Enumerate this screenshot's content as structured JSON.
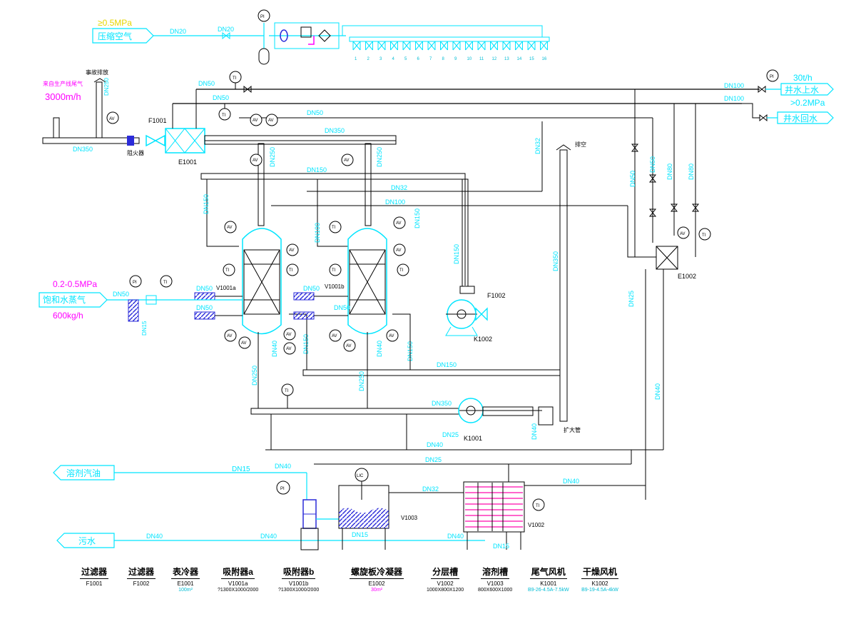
{
  "colors": {
    "cyan": "#00e5ff",
    "line": "#000000",
    "magenta": "#ff00ff",
    "yellow": "#e6d600",
    "blue": "#2b2bd9",
    "pink": "#ff66cc"
  },
  "streams": {
    "compressed_air": {
      "pressure": "≥0.5MPa",
      "name": "压缩空气",
      "pipe": "DN20"
    },
    "exhaust_in": {
      "name": "来自生产线尾气",
      "flow": "3000m/h",
      "pipe": "DN350"
    },
    "vent": {
      "name": "事故排放"
    },
    "steam": {
      "pressure": "0.2-0.5MPa",
      "name": "饱和水蒸气",
      "flow": "600kg/h"
    },
    "well_supply": {
      "flow": "30t/h",
      "name": "井水上水",
      "pressure": ">0.2MPa",
      "pipe": "DN100"
    },
    "well_return": {
      "name": "井水回水",
      "pipe": "DN100"
    },
    "solvent": {
      "name": "溶剂汽油",
      "pipe": "DN15"
    },
    "sewage": {
      "name": "污水",
      "pipe": "DN40"
    }
  },
  "tags": {
    "F1001": "F1001",
    "E1001": "E1001",
    "F1002": "F1002",
    "K1002": "K1002",
    "K1001": "K1001",
    "E1002": "E1002",
    "V1001a": "V1001a",
    "V1001b": "V1001b",
    "V1002": "V1002",
    "V1003": "V1003",
    "flame_arrester": "阻火器",
    "diffuser": "扩大管",
    "vent_top": "排空",
    "numbers": [
      "1",
      "2",
      "3",
      "4",
      "5",
      "6",
      "7",
      "8",
      "9",
      "10",
      "11",
      "12",
      "13",
      "14",
      "15",
      "16"
    ]
  },
  "pipe_labels": {
    "dn50": "DN50",
    "dn350": "DN350",
    "dn250": "DN250",
    "dn150": "DN150",
    "dn100": "DN100",
    "dn32": "DN32",
    "dn25": "DN25",
    "dn40": "DN40",
    "dn15": "DN15",
    "dn80": "DN80",
    "dn20": "DN20"
  },
  "instruments": {
    "PI": "PI",
    "TI": "TI",
    "AV": "AV",
    "LIC": "LIC"
  },
  "legend": [
    {
      "name": "过滤器",
      "code": "F1001",
      "spec": ""
    },
    {
      "name": "过滤器",
      "code": "F1002",
      "spec": ""
    },
    {
      "name": "表冷器",
      "code": "E1001",
      "spec": "100m²"
    },
    {
      "name": "吸附器a",
      "code": "V1001a",
      "spec": "?1300X1000/2000"
    },
    {
      "name": "吸附器b",
      "code": "V1001b",
      "spec": "?1300X1000/2000"
    },
    {
      "name": "螺旋板冷凝器",
      "code": "E1002",
      "spec": "30m²"
    },
    {
      "name": "分层槽",
      "code": "V1002",
      "spec": "1000X800X1200"
    },
    {
      "name": "溶剂槽",
      "code": "V1003",
      "spec": "800X600X1000"
    },
    {
      "name": "尾气风机",
      "code": "K1001",
      "spec": "B9-26-4.5A-7.5kW"
    },
    {
      "name": "干燥风机",
      "code": "K1002",
      "spec": "B9-19-4.5A-4kW"
    }
  ]
}
